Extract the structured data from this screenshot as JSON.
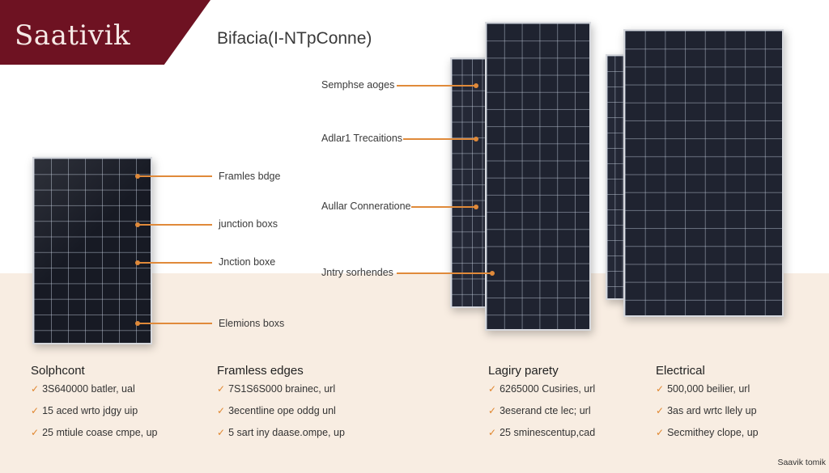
{
  "brand": {
    "name": "Saativik"
  },
  "title": "Bifacia(I-NTpConne)",
  "callouts": {
    "left": [
      "Framles bdge",
      "junction boxs",
      "Jnction boxe",
      "Elemions boxs"
    ],
    "middle": [
      "Semphse aoges",
      "Adlar1 Trecaitions",
      "Aullar Conneratione",
      "Jntry sorhendes"
    ]
  },
  "columns": [
    {
      "heading": "Solphcont",
      "items": [
        "3S640000 batler, ual",
        "15 aced wrto jdgy uip",
        "25 mtiule coase cmpe, up"
      ]
    },
    {
      "heading": "Framless edges",
      "items": [
        "7S1S6S000 brainec, url",
        "3ecentline ope oddg unl",
        "5 sart iny daase.ompe, up"
      ]
    },
    {
      "heading": "Lagiry parety",
      "items": [
        "6265000 Cusiries, url",
        "3eserand cte lec; url",
        "25 sminescentup,cad"
      ]
    },
    {
      "heading": "Electrical",
      "items": [
        "500,000 beilier, url",
        "3as ard wrtc llely up",
        "Secmithey clope, up"
      ]
    }
  ],
  "footer": {
    "brand": "Saavik tomik"
  },
  "colors": {
    "banner": "#6e1222",
    "accent": "#e08a3a",
    "band": "#f8ede2"
  }
}
